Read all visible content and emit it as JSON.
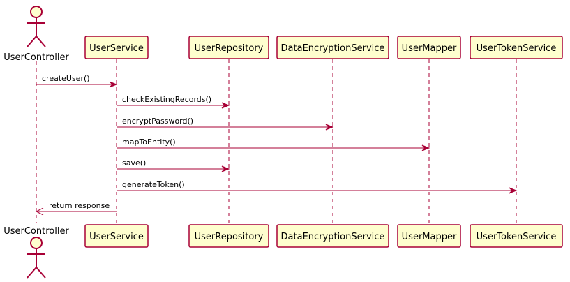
{
  "participants": [
    {
      "id": "UserController",
      "label": "UserController",
      "kind": "actor"
    },
    {
      "id": "UserService",
      "label": "UserService",
      "kind": "participant"
    },
    {
      "id": "UserRepository",
      "label": "UserRepository",
      "kind": "participant"
    },
    {
      "id": "DataEncryptionService",
      "label": "DataEncryptionService",
      "kind": "participant"
    },
    {
      "id": "UserMapper",
      "label": "UserMapper",
      "kind": "participant"
    },
    {
      "id": "UserTokenService",
      "label": "UserTokenService",
      "kind": "participant"
    }
  ],
  "messages": [
    {
      "from": "UserController",
      "to": "UserService",
      "label": "createUser()",
      "type": "sync"
    },
    {
      "from": "UserService",
      "to": "UserRepository",
      "label": "checkExistingRecords()",
      "type": "sync"
    },
    {
      "from": "UserService",
      "to": "DataEncryptionService",
      "label": "encryptPassword()",
      "type": "sync"
    },
    {
      "from": "UserService",
      "to": "UserMapper",
      "label": "mapToEntity()",
      "type": "sync"
    },
    {
      "from": "UserService",
      "to": "UserRepository",
      "label": "save()",
      "type": "sync"
    },
    {
      "from": "UserService",
      "to": "UserTokenService",
      "label": "generateToken()",
      "type": "sync"
    },
    {
      "from": "UserService",
      "to": "UserController",
      "label": "return response",
      "type": "reply"
    }
  ],
  "colors": {
    "line": "#A80036",
    "box_fill": "#FEFECE",
    "text": "#000000"
  }
}
